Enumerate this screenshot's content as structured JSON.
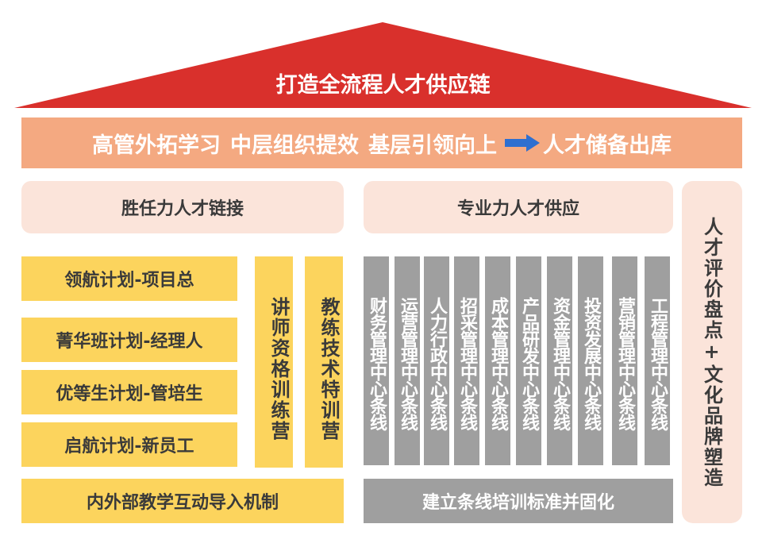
{
  "roof": {
    "title": "打造全流程人才供应链"
  },
  "band": {
    "item1": "高管外拓学习",
    "item2": "中层组织提效",
    "item3": "基层引领向上",
    "result": "人才储备出库"
  },
  "left": {
    "header": "胜任力人才链接",
    "programs": [
      "领航计划-项目总",
      "菁华班计划-经理人",
      "优等生计划-管培生",
      "启航计划-新员工"
    ],
    "camps": [
      "讲师资格训练营",
      "教练技术特训营"
    ],
    "footer": "内外部教学互动导入机制"
  },
  "middle": {
    "header": "专业力人才供应",
    "columns": [
      "财务管理中心条线",
      "运营管理中心条线",
      "人力行政中心条线",
      "招采管理中心条线",
      "成本管理中心条线",
      "产品研发中心条线",
      "资金管理中心条线",
      "投资发展中心条线",
      "营销管理中心条线",
      "工程管理中心条线"
    ],
    "footer": "建立条线培训标准并固化"
  },
  "right": {
    "label": "人才评价盘点+文化品牌塑造"
  },
  "colors": {
    "roof": "#d9302c",
    "band": "#f4a981",
    "light": "#fbe4da",
    "yellow": "#fcd45d",
    "gray": "#9f9f9f",
    "arrow": "#2e6fd0"
  }
}
